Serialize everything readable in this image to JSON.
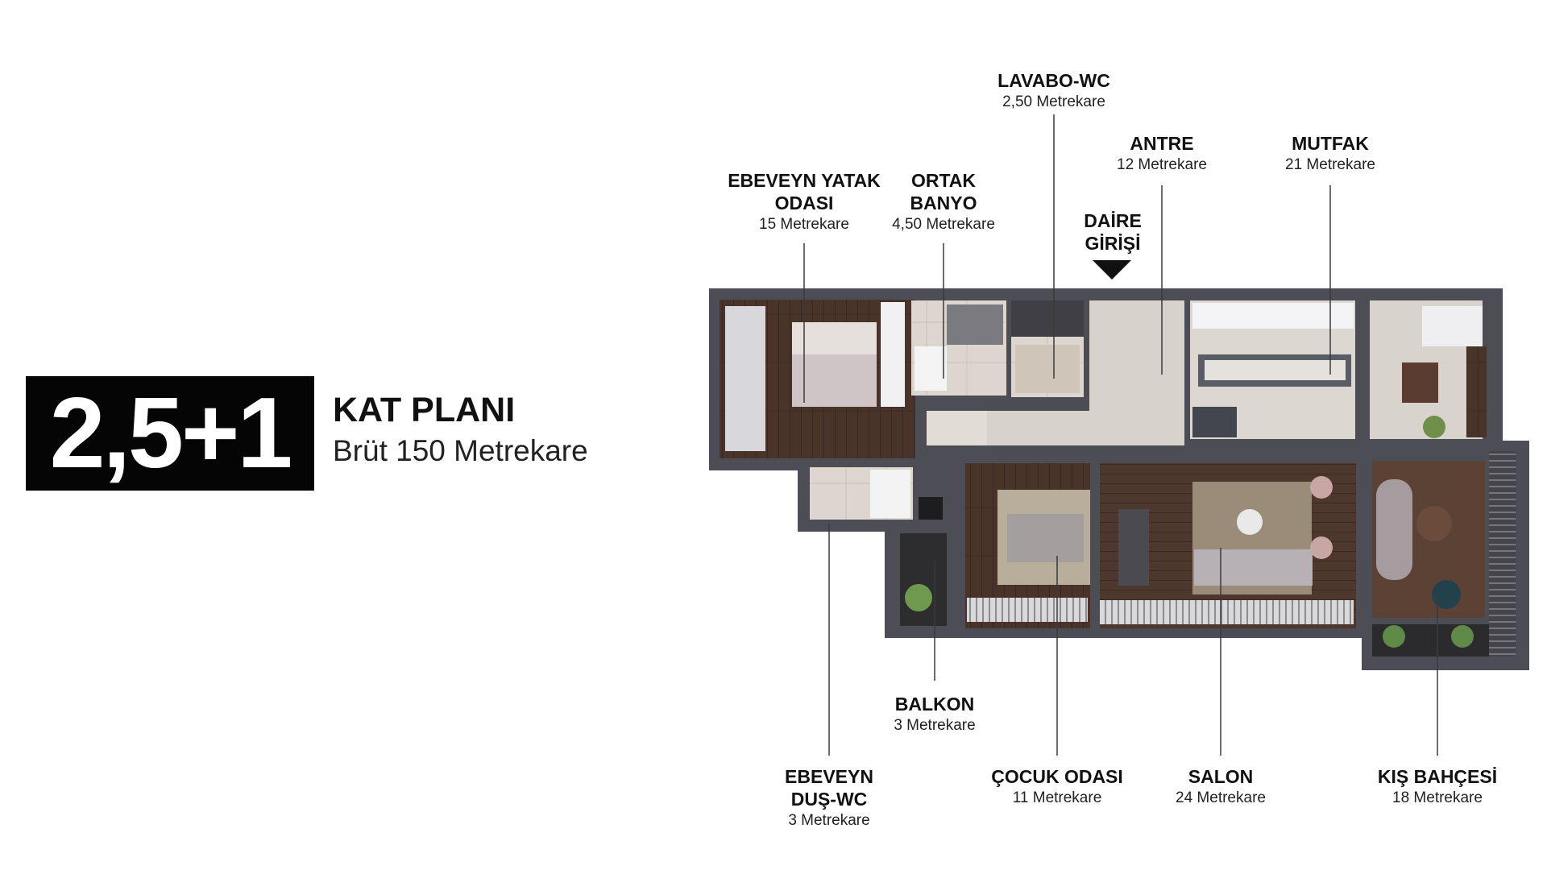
{
  "badge": {
    "text": "2,5+1"
  },
  "title": {
    "word1": "KAT",
    "word2": "PLANI",
    "subtitle": "Brüt 150 Metrekare"
  },
  "entry": {
    "line1": "DAİRE",
    "line2": "GİRİŞİ"
  },
  "rooms": {
    "lavabo": {
      "name": "LAVABO-WC",
      "area": "2,50 Metrekare"
    },
    "antre": {
      "name": "ANTRE",
      "area": "12 Metrekare"
    },
    "mutfak": {
      "name": "MUTFAK",
      "area": "21 Metrekare"
    },
    "ebeveyn": {
      "name1": "EBEVEYN YATAK",
      "name2": "ODASI",
      "area": "15 Metrekare"
    },
    "banyo": {
      "name1": "ORTAK",
      "name2": "BANYO",
      "area": "4,50 Metrekare"
    },
    "balkon": {
      "name": "BALKON",
      "area": "3 Metrekare"
    },
    "dus": {
      "name1": "EBEVEYN",
      "name2": "DUŞ-WC",
      "area": "3 Metrekare"
    },
    "cocuk": {
      "name": "ÇOCUK ODASI",
      "area": "11 Metrekare"
    },
    "salon": {
      "name": "SALON",
      "area": "24 Metrekare"
    },
    "kis": {
      "name": "KIŞ BAHÇESİ",
      "area": "18 Metrekare"
    }
  }
}
